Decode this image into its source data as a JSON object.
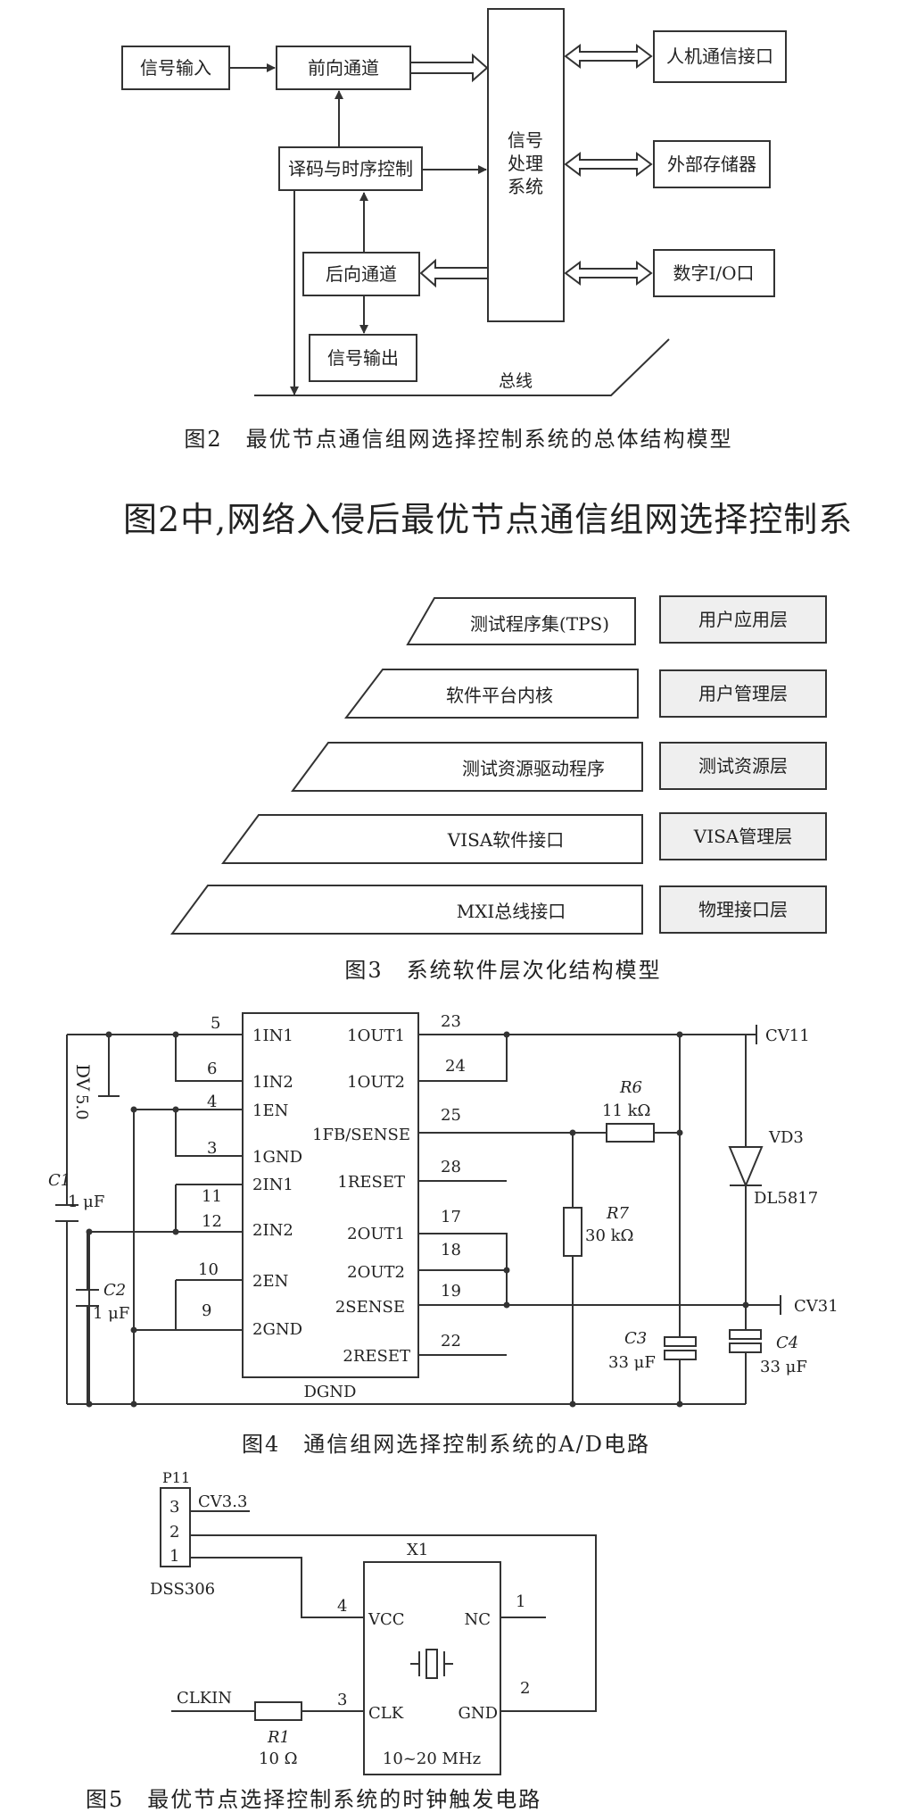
{
  "fig2": {
    "signal_input": "信号输入",
    "forward_channel": "前向通道",
    "decode_timing": "译码与时序控制",
    "backward_channel": "后向通道",
    "signal_output": "信号输出",
    "processing_1": "信号",
    "processing_2": "处理",
    "processing_3": "系统",
    "hmi": "人机通信接口",
    "ext_storage": "外部存储器",
    "digital_io": "数字I/O口",
    "bus": "总线",
    "caption": "图2　最优节点通信组网选择控制系统的总体结构模型"
  },
  "body_text": {
    "line1": "图2中,网络入侵后最优节点通信组网选择控制系"
  },
  "fig3": {
    "layers": [
      {
        "left": "测试程序集(TPS)",
        "right": "用户应用层"
      },
      {
        "left": "软件平台内核",
        "right": "用户管理层"
      },
      {
        "left": "测试资源驱动程序",
        "right": "测试资源层"
      },
      {
        "left": "VISA软件接口",
        "right": "VISA管理层"
      },
      {
        "left": "MXI总线接口",
        "right": "物理接口层"
      }
    ],
    "caption": "图3　系统软件层次化结构模型"
  },
  "fig4": {
    "left_pins": [
      {
        "num": "5",
        "name": "1IN1"
      },
      {
        "num": "6",
        "name": "1IN2"
      },
      {
        "num": "4",
        "name": "1EN"
      },
      {
        "num": "3",
        "name": "1GND"
      },
      {
        "num": "11",
        "name": "2IN1"
      },
      {
        "num": "12",
        "name": "2IN2"
      },
      {
        "num": "10",
        "name": "2EN"
      },
      {
        "num": "9",
        "name": "2GND"
      }
    ],
    "right_pins": [
      {
        "num": "23",
        "name": "1OUT1"
      },
      {
        "num": "24",
        "name": "1OUT2"
      },
      {
        "num": "25",
        "name": "1FB/SENSE"
      },
      {
        "num": "28",
        "name": "1RESET"
      },
      {
        "num": "17",
        "name": "2OUT1"
      },
      {
        "num": "18",
        "name": "2OUT2"
      },
      {
        "num": "19",
        "name": "2SENSE"
      },
      {
        "num": "22",
        "name": "2RESET"
      }
    ],
    "dgnd": "DGND",
    "dv": "DV",
    "dv_val": "5.0",
    "c1": "C1",
    "c1_val": "1 μF",
    "c2": "C2",
    "c2_val": "1 μF",
    "r6": "R6",
    "r6_val": "11 kΩ",
    "r7": "R7",
    "r7_val": "30 kΩ",
    "c3": "C3",
    "c3_val": "33 μF",
    "c4": "C4",
    "c4_val": "33 μF",
    "vd3": "VD3",
    "diode": "DL5817",
    "cv11": "CV11",
    "cv31": "CV31",
    "caption": "图4　通信组网选择控制系统的A/D电路"
  },
  "fig5": {
    "connector_label": "P11",
    "pin3": "3",
    "pin2": "2",
    "pin1": "1",
    "cv33": "CV3.3",
    "connector_part": "DSS306",
    "x1": "X1",
    "vcc": "VCC",
    "nc": "NC",
    "clk": "CLK",
    "gnd": "GND",
    "freq": "10~20 MHz",
    "pin_vcc": "4",
    "pin_nc": "1",
    "pin_clk": "3",
    "pin_gnd": "2",
    "clkin": "CLKIN",
    "r1": "R1",
    "r1_val": "10 Ω",
    "caption": "图5　最优节点选择控制系统的时钟触发电路"
  }
}
